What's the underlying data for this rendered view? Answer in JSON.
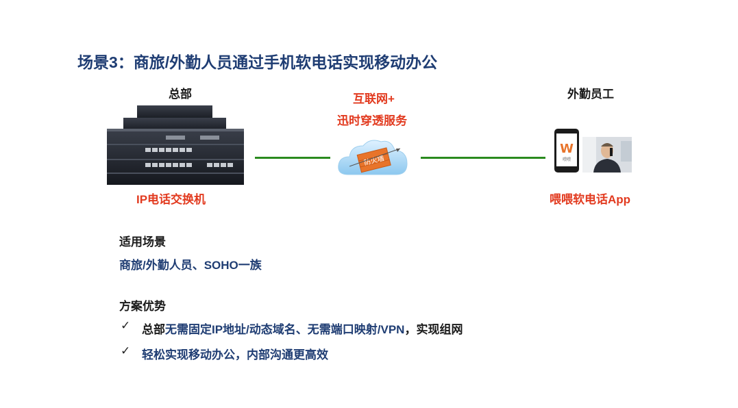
{
  "slide": {
    "title": "场景3：商旅/外勤人员通过手机软电话实现移动办公",
    "left": {
      "heading": "总部",
      "device_label": "IP电话交换机"
    },
    "middle": {
      "line1": "互联网+",
      "line2": "迅时穿透服务",
      "firewall_text": "防火墙"
    },
    "right": {
      "heading": "外勤员工",
      "app_label": "喂喂软电话App",
      "phone_logo": "W",
      "phone_text": "喂喂"
    },
    "scenario": {
      "heading": "适用场景",
      "text": "商旅/外勤人员、SOHO一族"
    },
    "advantages": {
      "heading": "方案优势",
      "item1": {
        "check": "✓",
        "prefix": "总部",
        "highlight": "无需固定IP地址/动态域名、无需端口映射/VPN",
        "suffix": "，实现组网"
      },
      "item2": {
        "check": "✓",
        "text": "轻松实现移动办公，内部沟通更高效"
      }
    },
    "colors": {
      "title": "#1f3d73",
      "accent_red": "#e23a1f",
      "link_green": "#2a8a1e"
    }
  }
}
